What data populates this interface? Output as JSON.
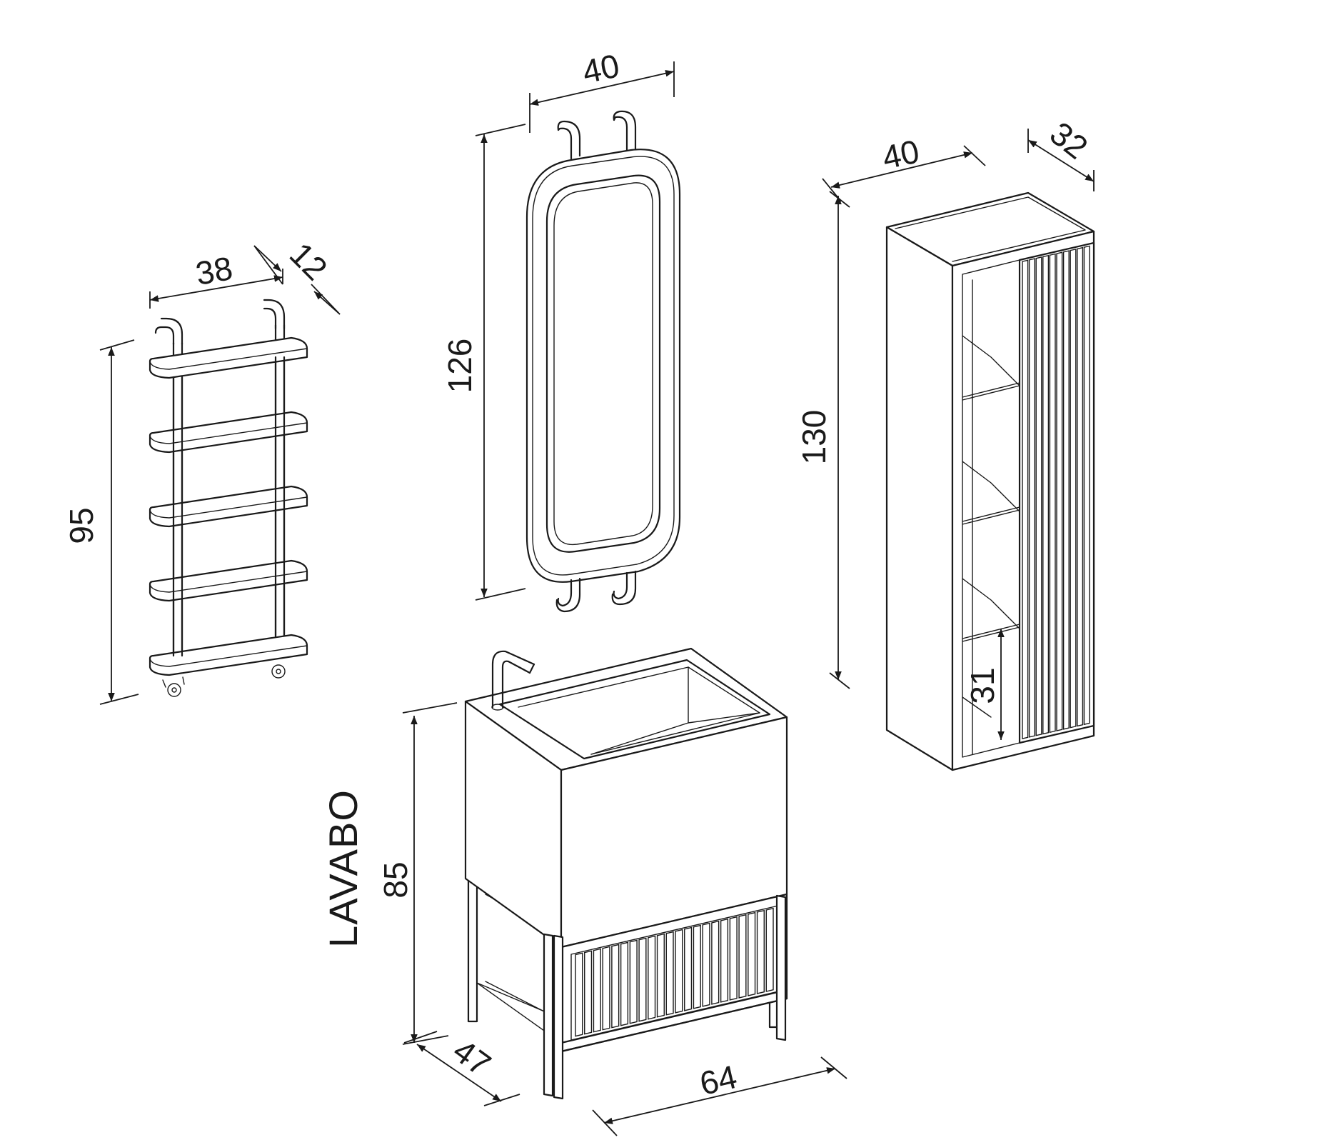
{
  "title": "LAVABO",
  "dimensions": {
    "shelf_width": "38",
    "shelf_depth": "12",
    "shelf_height": "95",
    "mirror_width": "40",
    "mirror_height": "126",
    "column_width": "40",
    "column_depth": "32",
    "column_height": "130",
    "column_bottom_shelf": "31",
    "basin_height": "85",
    "basin_depth": "47",
    "basin_width": "64"
  }
}
